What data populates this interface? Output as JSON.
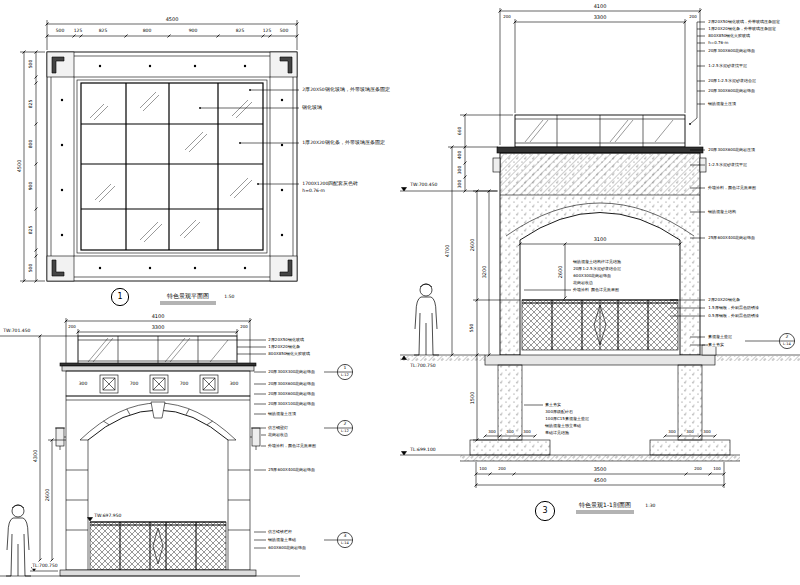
{
  "diagram": {
    "nodes": [
      {
        "text": [
          "1"
        ]
      },
      {
        "text": [
          "3"
        ]
      },
      {
        "text": [
          "1",
          "L-12"
        ]
      },
      {
        "text": [
          "2",
          "L-12"
        ]
      },
      {
        "text": [
          "3",
          "L-14"
        ]
      },
      {
        "text": [
          "2",
          "L-14"
        ]
      }
    ],
    "labels": [
      "4500",
      "500",
      "125",
      "825",
      "800",
      "900",
      "825",
      "125",
      "500",
      "4500",
      "500",
      "825",
      "800",
      "900",
      "825",
      "500",
      "2厚20X50钢化玻璃，外带玻璃压条固定",
      "钢化玻璃",
      "1厚20X20钢化条，外带玻璃压条固定",
      "1700X1200四配套灰色砖",
      "h=0.76-m",
      "特色景观平面图",
      "1:50",
      "4100",
      "3300",
      "200",
      "200",
      "660",
      "400",
      "300",
      "300",
      "4700",
      "2600",
      "550",
      "3200",
      "1500",
      "TW:700.450",
      "TL:700.750",
      "TL:699.100",
      "2厚20X50钢化玻璃，外带玻璃压条固定",
      "1厚20X20钢化条，外带玻璃压条固定",
      "800X850钢化夹胶玻璃",
      "h=0.76-m",
      "20厚300X600花岗岩饰面",
      "1:2.5水泥砂浆找平层",
      "20厚1:2.5水泥砂浆结合层",
      "20厚300X600花岗岩饰面",
      "钢筋混凝土压顶",
      "20厚300X600花岗岩压顶",
      "1:2.5水泥砂浆找平层",
      "外墙涂料，颜色详见效果图",
      "钢筋混凝土结构",
      "25厚600X400花岗岩饰面",
      "2厚20X20钢化条",
      "1.5厚钢板，外刷黑色防锈漆",
      "0.5厚钢板，外刷黑色防锈漆",
      "素混凝土垫层",
      "素土夯实",
      "3100",
      "2600",
      "钢筋混凝土结构柱详见结施",
      "20厚1:2.5水泥砂浆结合层",
      "600X300花岗岩饰面",
      "花岗岩收边",
      "外墙涂料 颜色详见效果图",
      "300",
      "300",
      "300",
      "300",
      "300",
      "300",
      "100",
      "200",
      "3500",
      "200",
      "100",
      "4500",
      "素土夯实",
      "300厚级配碎石",
      "100厚C15素混凝土垫层",
      "钢筋混凝土独立基础",
      "基础详见结施",
      "特色景观1-1剖面图",
      "1:30",
      "4100",
      "3300",
      "200",
      "200",
      "TW:701.450",
      "300",
      "700",
      "700",
      "300",
      "4300",
      "2600",
      "TW:697.950",
      "TL:700.750",
      "2厚20X50钢化玻璃",
      "1厚20X20钢化条",
      "800X850钢化夹胶玻璃",
      "20厚300X300花岗岩饰面",
      "20厚300X600花岗岩饰面",
      "20厚300X600花岗岩饰面",
      "20厚300X100花岗岩饰面",
      "钢筋混凝土压顶",
      "仿古铜壁灯",
      "花岗岩收边",
      "外墙涂料，颜色详见效果图",
      "25厚600X400花岗岩饰面",
      "仿古铸铁栏杆",
      "钢筋混凝土基础",
      "600X600花岗岩饰面"
    ]
  }
}
